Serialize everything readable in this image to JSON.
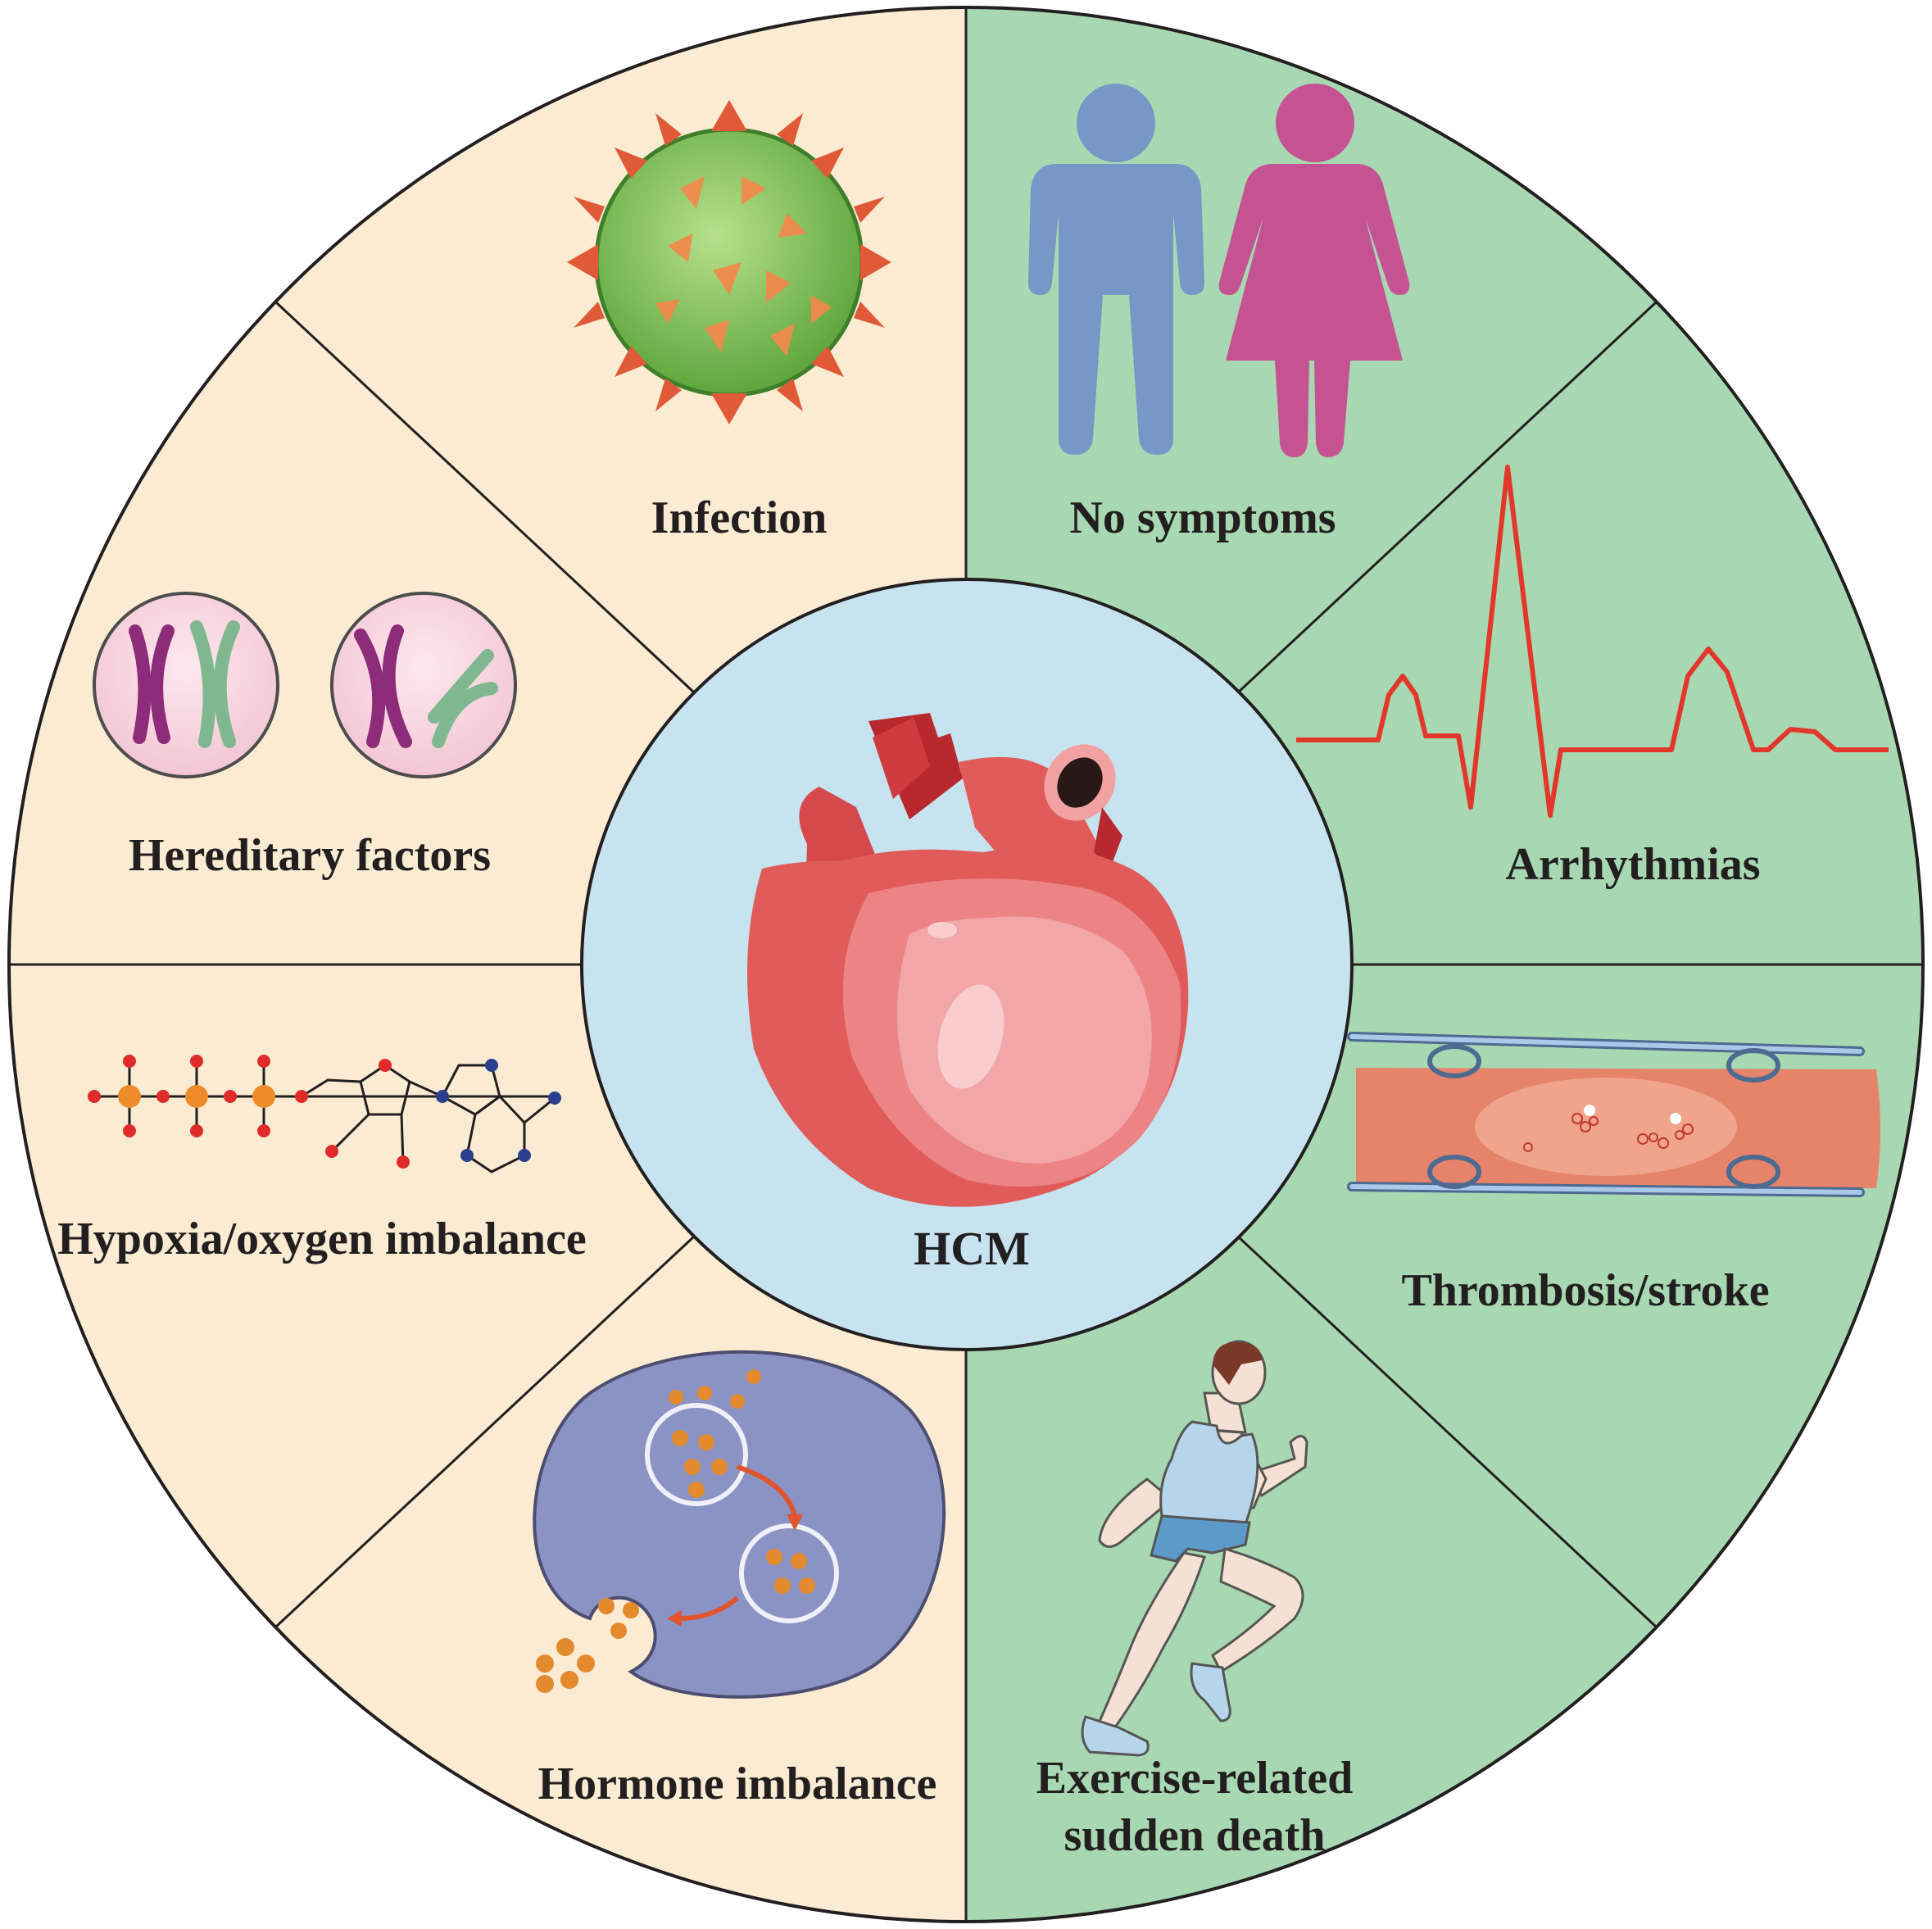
{
  "center": {
    "label": "HCM"
  },
  "causes": {
    "infection": "Infection",
    "hereditary": "Hereditary factors",
    "hypoxia": "Hypoxia/oxygen imbalance",
    "hormone": "Hormone imbalance"
  },
  "outcomes": {
    "no_symptoms": "No symptoms",
    "arrhythmias": "Arrhythmias",
    "thrombosis": "Thrombosis/stroke",
    "sudden_death_line1": "Exercise-related",
    "sudden_death_line2": "sudden death"
  },
  "colors": {
    "causes_bg": "#faebd2",
    "outcomes_bg": "#a8d8b2",
    "center_bg": "#c6e3ef",
    "ecg": "#e2382c",
    "male": "#7797c6",
    "female": "#c55394"
  }
}
